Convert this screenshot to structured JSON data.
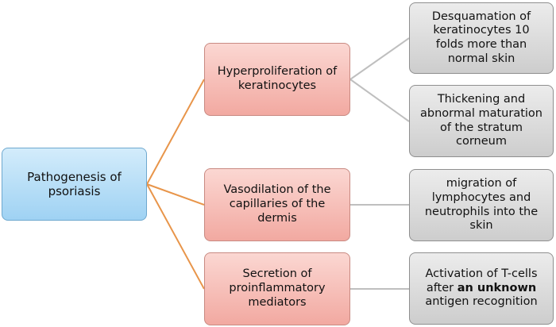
{
  "root": {
    "label": "Pathogenesis of psoriasis"
  },
  "branches": [
    {
      "label": "Hyperproliferation of keratinocytes",
      "children": [
        {
          "label": "Desquamation of keratinocytes 10 folds more than normal skin"
        },
        {
          "label": "Thickening and abnormal maturation of the stratum corneum"
        }
      ]
    },
    {
      "label": "Vasodilation of the capillaries of the dermis",
      "children": [
        {
          "label": "migration of lymphocytes and neutrophils into the skin"
        }
      ]
    },
    {
      "label": "Secretion  of proinflammatory mediators",
      "children": [
        {
          "label_before": "Activation of T-cells after ",
          "label_bold": "an unknown",
          "label_after": " antigen recognition"
        }
      ]
    }
  ],
  "colors": {
    "root_fill": "#9fd2f3",
    "branch_fill": "#f2a9a1",
    "leaf_fill": "#cdcdcd",
    "root_connector": "#e8954a",
    "leaf_connector": "#bfbfbf"
  }
}
